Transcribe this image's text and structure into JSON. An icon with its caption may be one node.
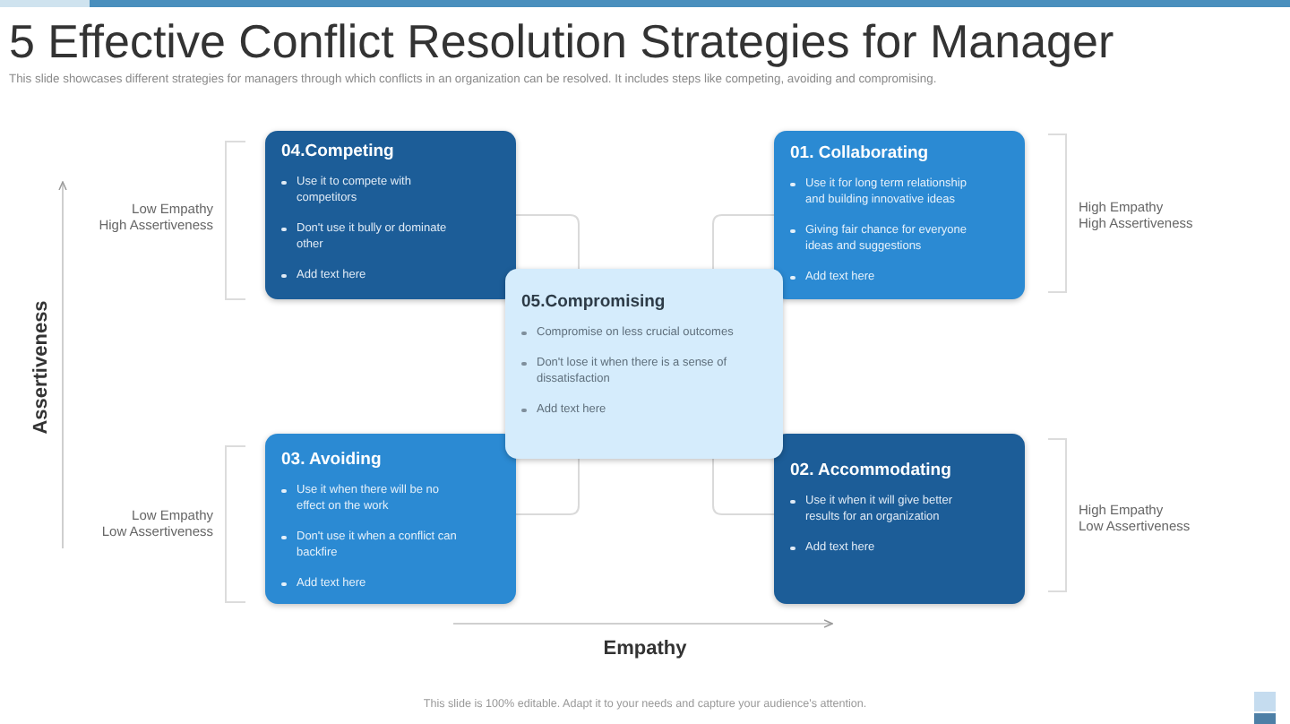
{
  "diagram": {
    "title": "5 Effective Conflict Resolution Strategies for Manager",
    "nodes": [
      {
        "text": [
          "04.Competing",
          "Use it to compete with competitors",
          "Don't use it bully or dominate other",
          "Add text here"
        ],
        "beside": [
          "Low Empathy",
          "High Assertiveness"
        ]
      },
      {
        "text": [
          "01. Collaborating",
          "Use it for long term relationship and building innovative ideas",
          "Giving fair chance for everyone ideas and suggestions",
          "Add text here"
        ],
        "beside": [
          "High Empathy",
          "High Assertiveness"
        ]
      },
      {
        "text": [
          "05.Compromising",
          "Compromise on less crucial outcomes",
          "Don't lose it when there is a sense of dissatisfaction",
          "Add text here"
        ]
      },
      {
        "text": [
          "03. Avoiding",
          "Use it when there will be no effect on the work",
          "Don't use it when a conflict can backfire",
          "Add text here"
        ],
        "beside": [
          "Low Empathy",
          "Low Assertiveness"
        ]
      },
      {
        "text": [
          "02. Accommodating",
          "Use it when it will give better results for an organization",
          "Add text here"
        ],
        "beside": [
          "High Empathy",
          "Low Assertiveness"
        ]
      }
    ],
    "edges": [
      {
        "from": 0,
        "to": 2,
        "arrow": "none"
      },
      {
        "from": 1,
        "to": 2,
        "arrow": "none"
      },
      {
        "from": 3,
        "to": 2,
        "arrow": "none"
      },
      {
        "from": 4,
        "to": 2,
        "arrow": "none"
      }
    ],
    "labels": [
      "This slide showcases different strategies for managers through which conflicts in an organization can be resolved. It includes steps like competing, avoiding and compromising.",
      "Assertiveness",
      "Empathy",
      "This slide is 100% editable. Adapt it to your needs and capture your audience's attention."
    ]
  }
}
